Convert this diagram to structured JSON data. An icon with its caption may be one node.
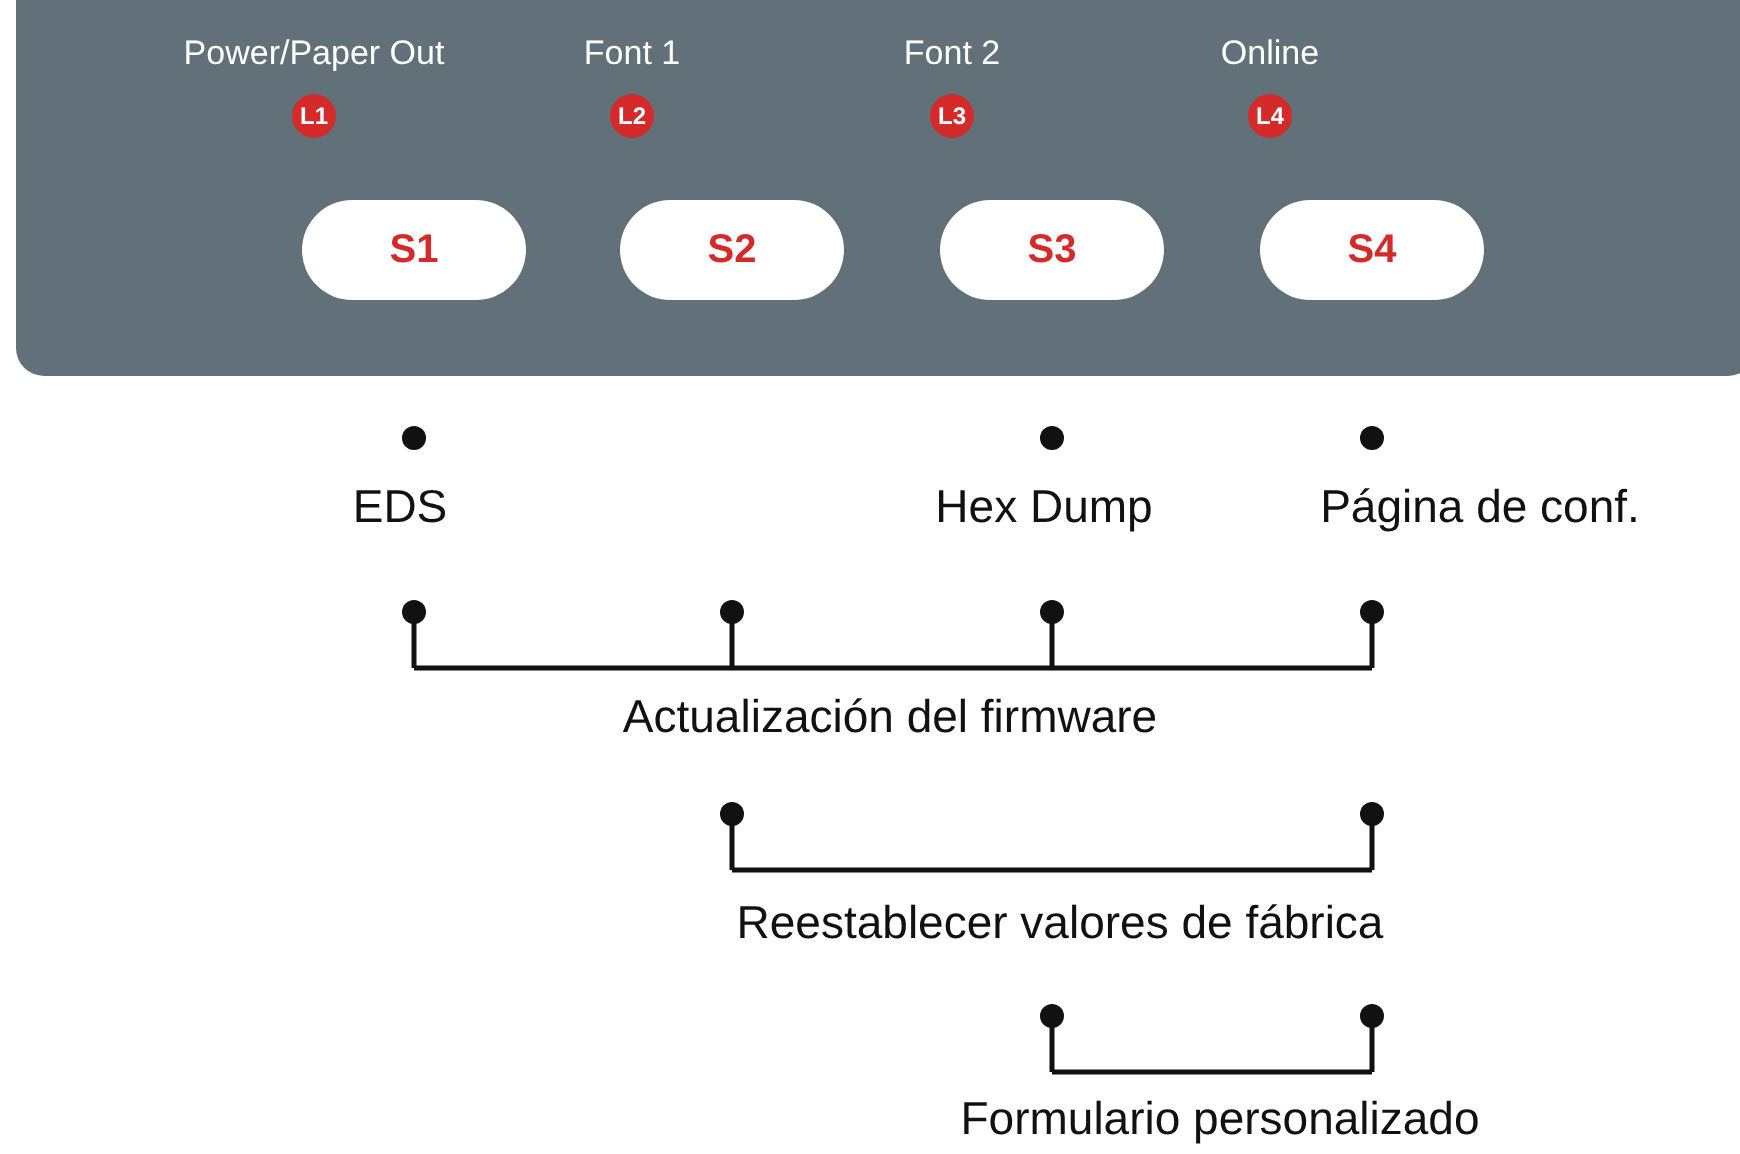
{
  "diagram": {
    "nodes": [
      {
        "text": [],
        "shape": "box"
      },
      {
        "text": [
          "L1"
        ],
        "in": 0,
        "beside": [
          "Power/Paper Out"
        ]
      },
      {
        "text": [
          "L2"
        ],
        "in": 0,
        "beside": [
          "Font 1"
        ]
      },
      {
        "text": [
          "L3"
        ],
        "in": 0,
        "beside": [
          "Font 2"
        ]
      },
      {
        "text": [
          "L4"
        ],
        "in": 0,
        "beside": [
          "Online"
        ]
      },
      {
        "text": [
          "S1"
        ],
        "in": 0
      },
      {
        "text": [
          "S2"
        ],
        "in": 0
      },
      {
        "text": [
          "S3"
        ],
        "in": 0
      },
      {
        "text": [
          "S4"
        ],
        "in": 0
      }
    ],
    "edges": [],
    "labels": [
      "EDS",
      "Hex Dump",
      "Página de conf.",
      "Actualización del firmware",
      "Reestablecer valores de fábrica",
      "Formulario personalizado"
    ]
  }
}
